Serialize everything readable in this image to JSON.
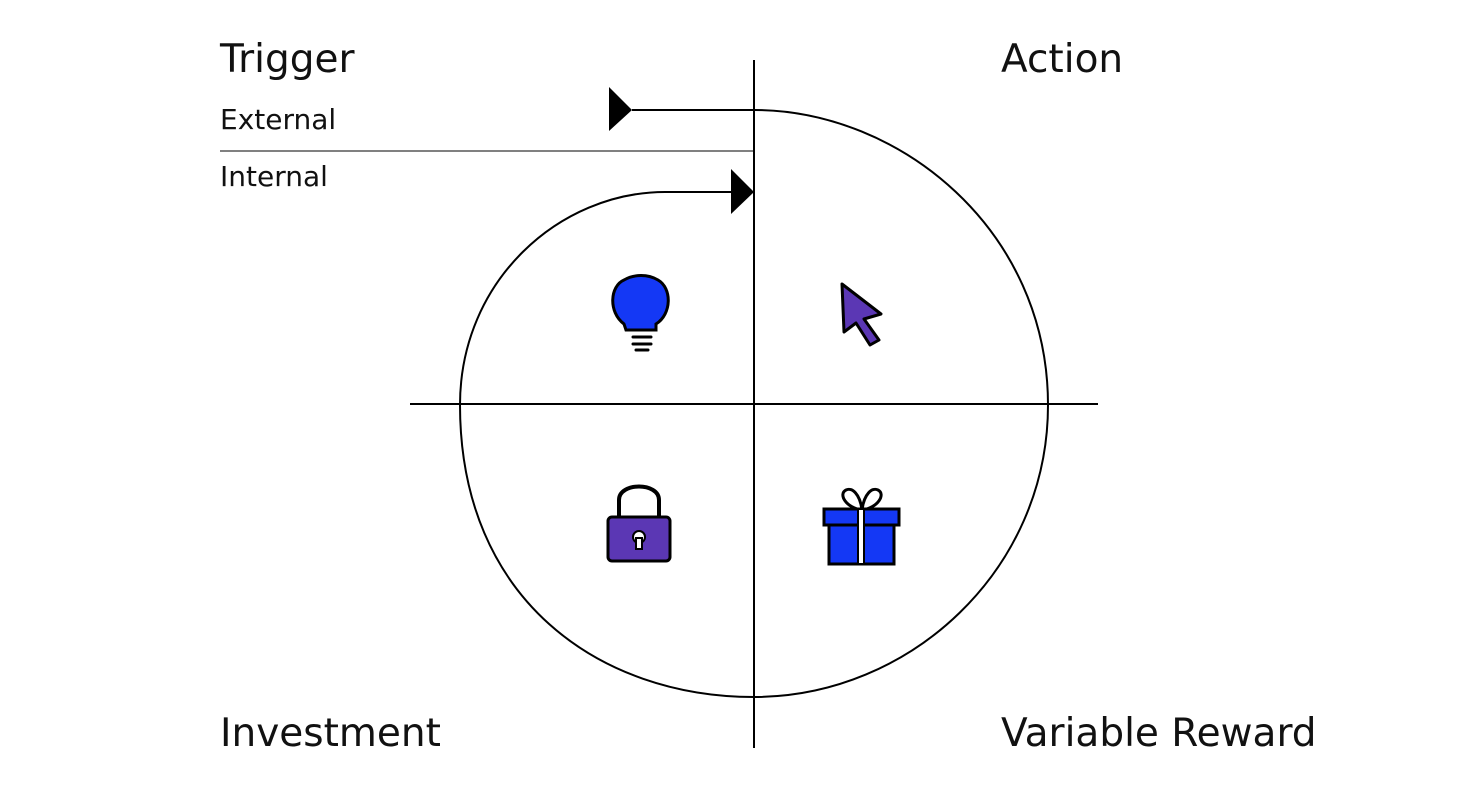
{
  "labels": {
    "trigger": "Trigger",
    "external": "External",
    "internal": "Internal",
    "action": "Action",
    "investment": "Investment",
    "variable_reward": "Variable Reward"
  },
  "icons": {
    "trigger": "lightbulb-icon",
    "action": "cursor-icon",
    "investment": "padlock-icon",
    "variable_reward": "gift-icon"
  },
  "colors": {
    "blue": "#1438f5",
    "purple": "#5b37b4",
    "line": "#000000",
    "divider": "#808080"
  }
}
